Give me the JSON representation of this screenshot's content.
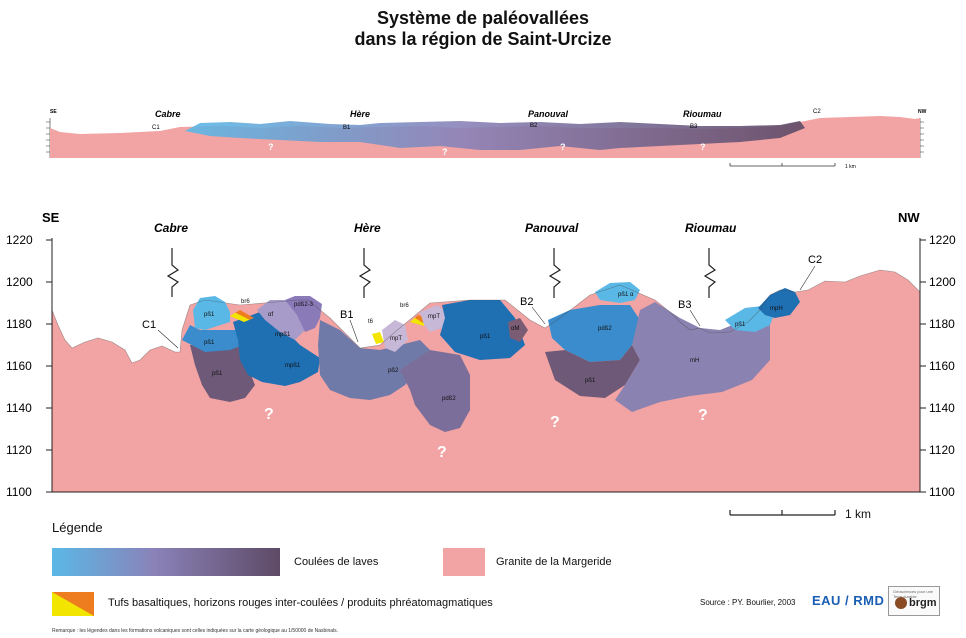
{
  "title": {
    "line1": "Système  de  paléovallées",
    "line2": "dans la région de Saint-Urcize"
  },
  "section": {
    "left_end": "SE",
    "right_end": "NW",
    "y_axis_ticks": [
      "1220",
      "1200",
      "1180",
      "1160",
      "1140",
      "1120",
      "1100"
    ],
    "right_axis_ticks": [
      "1220",
      "1200",
      "1180",
      "1160",
      "1140",
      "1120",
      "1100"
    ],
    "valleys": [
      "Cabre",
      "Hère",
      "Panouval",
      "Rioumau"
    ],
    "points": [
      "C1",
      "B1",
      "B2",
      "B3",
      "C2"
    ],
    "unknown_mark": "?",
    "unit_labels": [
      "pß1",
      "pß1",
      "pß1",
      "br6",
      "αf",
      "pdß2-3",
      "mpß1",
      "mpß1",
      "t6",
      "br6",
      "mpT",
      "mpT",
      "pß1",
      "αM",
      "pdß2",
      "pß2",
      "pdß2",
      "pß1",
      "pß1 α",
      "pß1",
      "mH",
      "mpH"
    ],
    "scale": "1 km"
  },
  "overview": {
    "valleys": [
      "Cabre",
      "Hère",
      "Panouval",
      "Rioumau"
    ],
    "points": [
      "C1",
      "B1",
      "B2",
      "B3",
      "C2"
    ],
    "left_end": "SE",
    "right_end": "NW",
    "scale": "1 km"
  },
  "legend": {
    "title": "Légende",
    "lava": "Coulées de laves",
    "granite": "Granite de la Margeride",
    "tuffs": "Tufs basaltiques, horizons rouges inter-coulées / produits phréatomagmatiques"
  },
  "source": "Source : PY. Bourlier, 2003",
  "eau_rmd": "EAU  /  RMD",
  "brgm": "brgm",
  "brgm_tagline": "Géosciences pour une Terre durable",
  "remark": "Remarque : les légendes dans les formations volcaniques sont celles indiquées sur la carte géologique au 1/50000 de Nasbinals.",
  "colors": {
    "granite": "#f2a3a3",
    "lava_light": "#5ab8e6",
    "lava_mid": "#1f6fb3",
    "lava_purple": "#8a82b0",
    "lava_dark": "#6e5a78",
    "tuff_yellow": "#f2e600",
    "tuff_orange": "#ee7d1f"
  }
}
